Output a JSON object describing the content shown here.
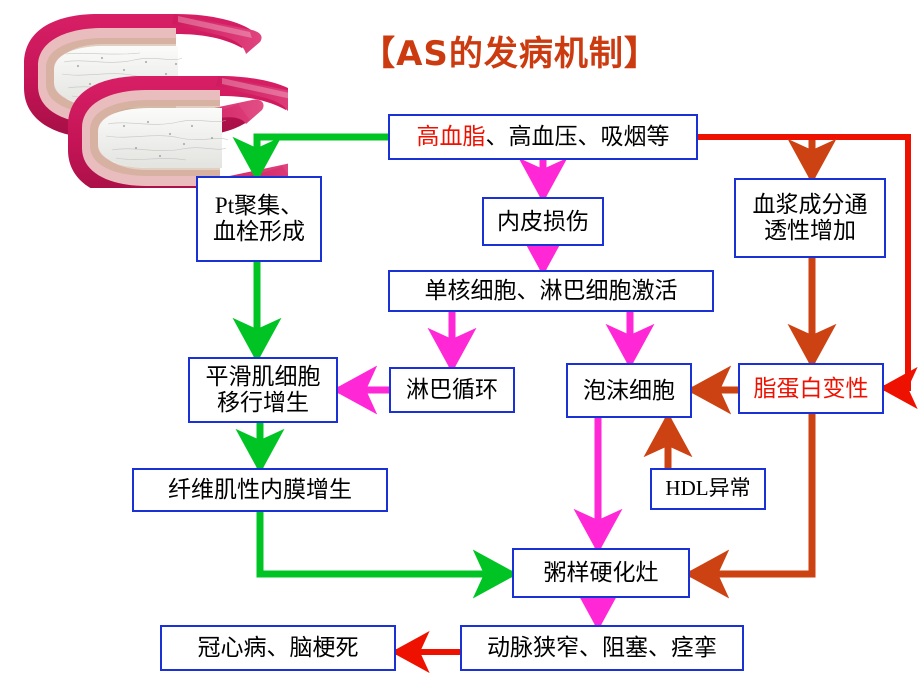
{
  "page": {
    "title_text": "【AS的发病机制】",
    "title_color": "#cc3a10",
    "background": "#ffffff",
    "box_border_color": "#1a31d6",
    "arrow_colors": {
      "green": "#00c424",
      "magenta": "#ff27d6",
      "orange_red": "#cc4212",
      "bright_red": "#ee1100"
    }
  },
  "illustration": {
    "name": "atherosclerotic-artery-cross-section",
    "vessel_wall_color": "#cc1a5e",
    "media_color": "#e8b6b6",
    "lumen_color": "#f2f2f0"
  },
  "nodes": {
    "risk_factors": {
      "label": "高血脂、高血压、吸烟等",
      "label_red_part": "高血脂",
      "label_black_part": "、高血压、吸烟等"
    },
    "platelet_thrombus": {
      "label": "Pt聚集、\n血栓形成"
    },
    "endothelial_injury": {
      "label": "内皮损伤"
    },
    "plasma_permeability": {
      "label": "血浆成分通\n透性增加"
    },
    "monocyte_lymphocyte": {
      "label": "单核细胞、淋巴细胞激活"
    },
    "smooth_muscle": {
      "label": "平滑肌细胞\n移行增生"
    },
    "lymph_circulation": {
      "label": "淋巴循环"
    },
    "foam_cell": {
      "label": "泡沫细胞"
    },
    "lipoprotein_degeneration": {
      "label": "脂蛋白变性"
    },
    "fibromuscular_intima": {
      "label": "纤维肌性内膜增生"
    },
    "hdl_abnormal": {
      "label": "HDL异常"
    },
    "atheroma": {
      "label": "粥样硬化灶"
    },
    "stenosis": {
      "label": "动脉狭窄、阻塞、痉挛"
    },
    "outcome": {
      "label": "冠心病、脑梗死"
    }
  },
  "edges": [
    {
      "name": "risk-to-platelet",
      "from": "risk_factors",
      "to": "platelet_thrombus",
      "color": "#00c424"
    },
    {
      "name": "risk-to-endothelial",
      "from": "risk_factors",
      "to": "endothelial_injury",
      "color": "#ff27d6"
    },
    {
      "name": "risk-to-plasma",
      "from": "risk_factors",
      "to": "plasma_permeability",
      "color": "#cc4212"
    },
    {
      "name": "risk-to-lipoprotein",
      "from": "risk_factors",
      "to": "lipoprotein_degeneration",
      "color": "#ee1100"
    },
    {
      "name": "endothelial-to-monocyte",
      "from": "endothelial_injury",
      "to": "monocyte_lymphocyte",
      "color": "#ff27d6"
    },
    {
      "name": "monocyte-to-lymph",
      "from": "monocyte_lymphocyte",
      "to": "lymph_circulation",
      "color": "#ff27d6"
    },
    {
      "name": "monocyte-to-foam",
      "from": "monocyte_lymphocyte",
      "to": "foam_cell",
      "color": "#ff27d6"
    },
    {
      "name": "lymph-to-smooth-muscle",
      "from": "lymph_circulation",
      "to": "smooth_muscle",
      "color": "#ff27d6"
    },
    {
      "name": "platelet-to-smooth-muscle",
      "from": "platelet_thrombus",
      "to": "smooth_muscle",
      "color": "#00c424"
    },
    {
      "name": "smooth-muscle-to-fibromuscular",
      "from": "smooth_muscle",
      "to": "fibromuscular_intima",
      "color": "#00c424"
    },
    {
      "name": "fibromuscular-to-atheroma",
      "from": "fibromuscular_intima",
      "to": "atheroma",
      "color": "#00c424"
    },
    {
      "name": "plasma-to-lipoprotein",
      "from": "plasma_permeability",
      "to": "lipoprotein_degeneration",
      "color": "#cc4212"
    },
    {
      "name": "lipoprotein-to-foam",
      "from": "lipoprotein_degeneration",
      "to": "foam_cell",
      "color": "#cc4212"
    },
    {
      "name": "hdl-to-foam",
      "from": "hdl_abnormal",
      "to": "foam_cell",
      "color": "#cc4212"
    },
    {
      "name": "foam-to-atheroma",
      "from": "foam_cell",
      "to": "atheroma",
      "color": "#ff27d6"
    },
    {
      "name": "lipoprotein-to-atheroma",
      "from": "lipoprotein_degeneration",
      "to": "atheroma",
      "color": "#cc4212"
    },
    {
      "name": "atheroma-to-stenosis",
      "from": "atheroma",
      "to": "stenosis",
      "color": "#ff27d6"
    },
    {
      "name": "stenosis-to-outcome",
      "from": "stenosis",
      "to": "outcome",
      "color": "#ee1100"
    }
  ]
}
